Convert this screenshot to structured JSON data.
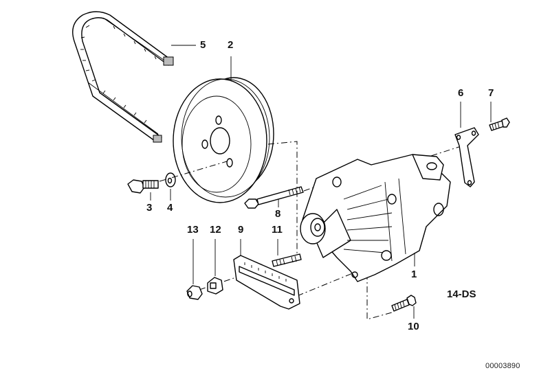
{
  "diagram": {
    "title_code": "14-DS",
    "reference_number": "00003890",
    "parts": [
      {
        "number": "1",
        "name": "power-steering-pump"
      },
      {
        "number": "2",
        "name": "pulley"
      },
      {
        "number": "3",
        "name": "hex-bolt"
      },
      {
        "number": "4",
        "name": "washer"
      },
      {
        "number": "5",
        "name": "v-belt"
      },
      {
        "number": "6",
        "name": "bracket"
      },
      {
        "number": "7",
        "name": "screw"
      },
      {
        "number": "8",
        "name": "long-hex-bolt"
      },
      {
        "number": "9",
        "name": "tensioning-bracket"
      },
      {
        "number": "10",
        "name": "hex-bolt-lower"
      },
      {
        "number": "11",
        "name": "stud"
      },
      {
        "number": "12",
        "name": "square-nut"
      },
      {
        "number": "13",
        "name": "hex-nut"
      }
    ]
  }
}
